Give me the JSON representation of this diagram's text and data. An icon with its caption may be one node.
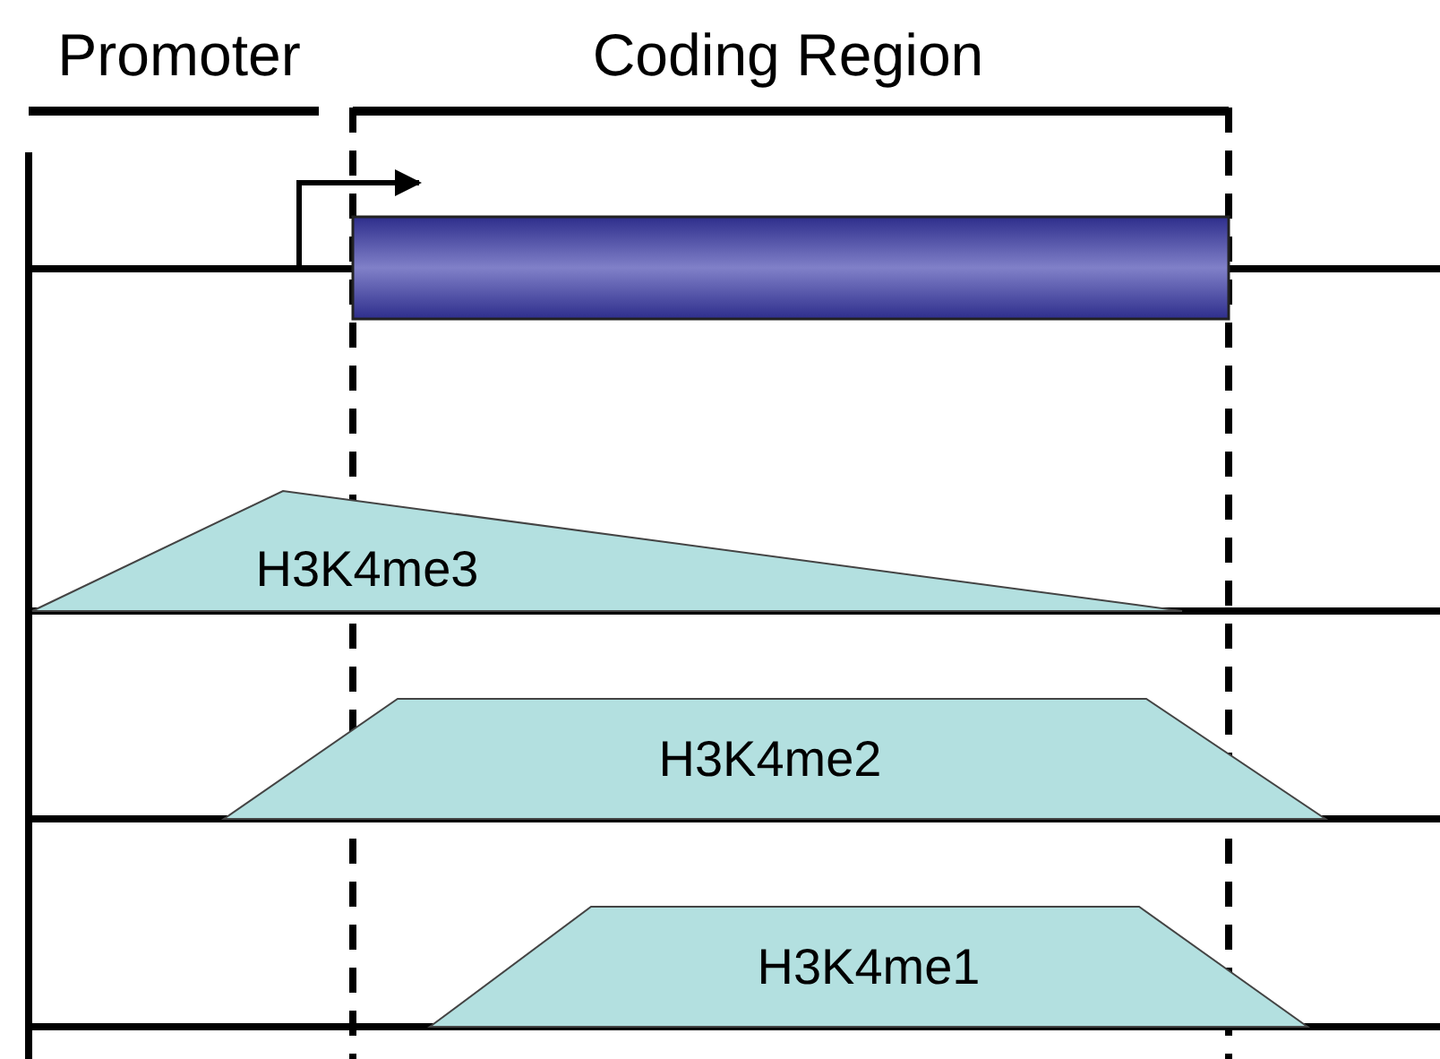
{
  "diagram": {
    "nodes": [
      {
        "text": [],
        "shape": "bar"
      },
      {
        "text": [
          "H3K4me3"
        ]
      },
      {
        "text": [
          "H3K4me2"
        ]
      },
      {
        "text": [
          "H3K4me1"
        ]
      }
    ],
    "labels": [
      "Promoter",
      "Coding Region"
    ]
  }
}
